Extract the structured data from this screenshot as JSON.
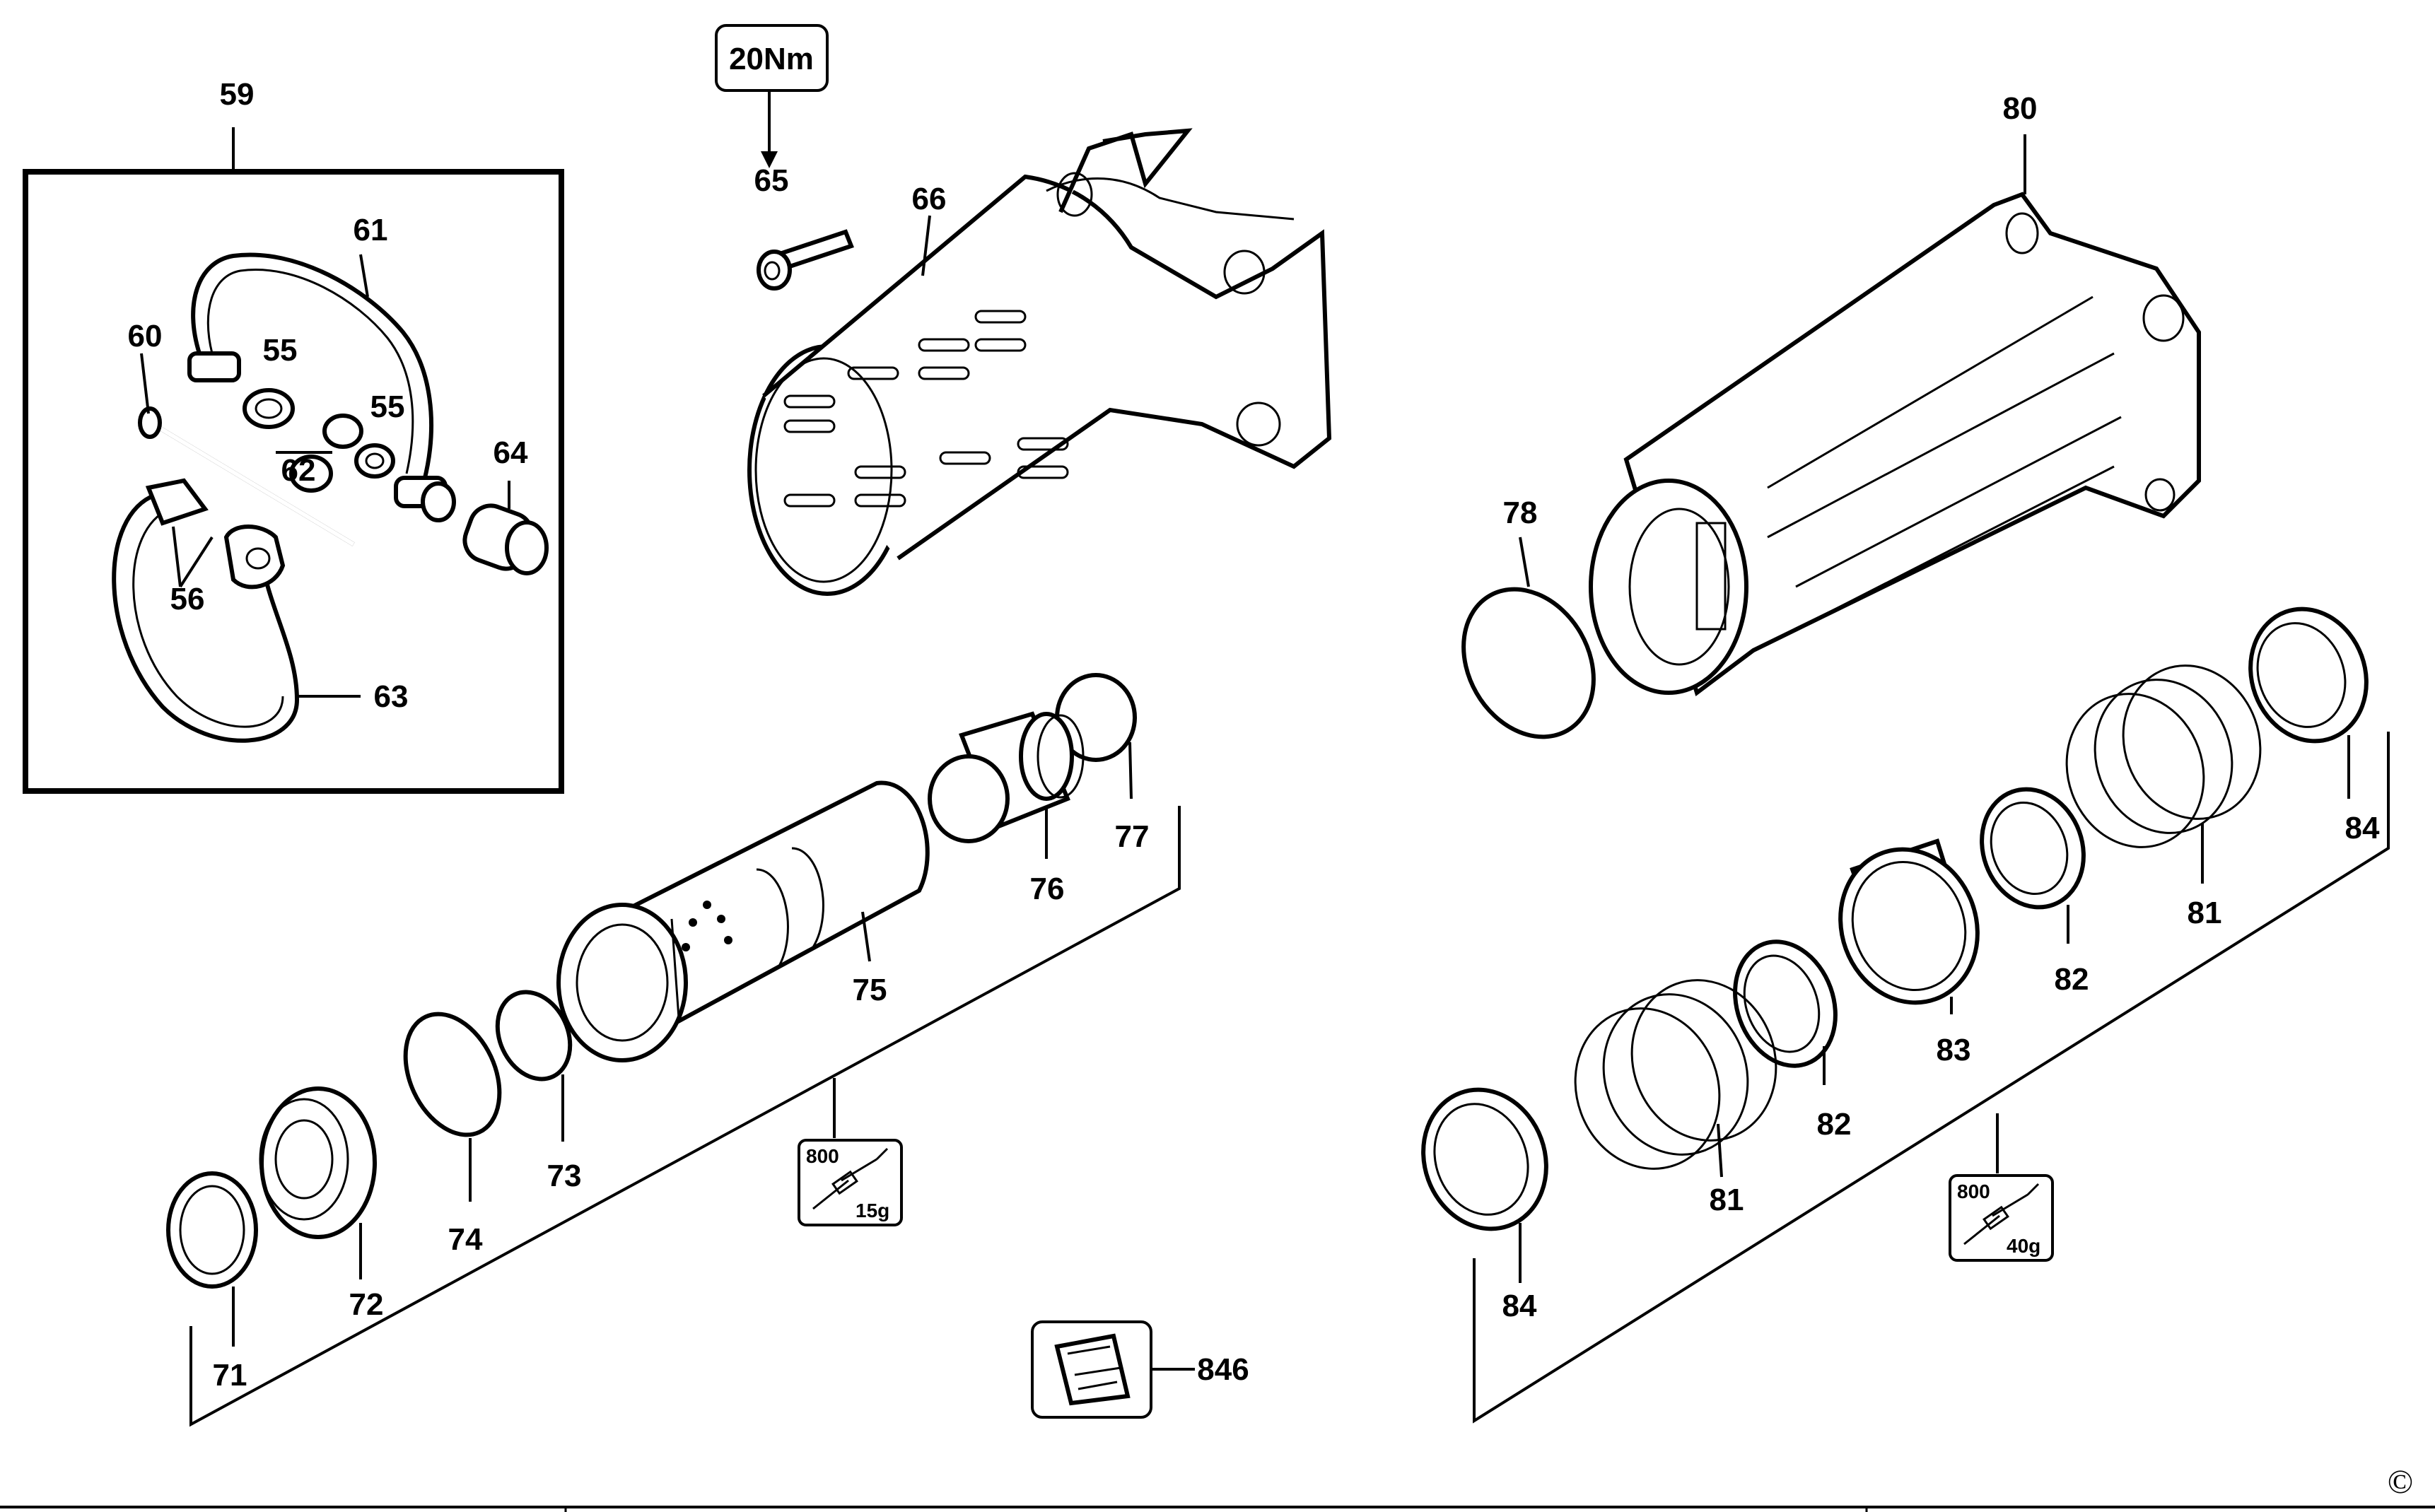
{
  "torque_label": "20Nm",
  "grease_left": {
    "code": "800",
    "amount": "15g"
  },
  "grease_right": {
    "code": "800",
    "amount": "40g"
  },
  "copyright": "©",
  "labels": {
    "p59": "59",
    "p61": "61",
    "p60": "60",
    "p55a": "55",
    "p55b": "55",
    "p62": "62",
    "p64": "64",
    "p56": "56",
    "p63": "63",
    "p65": "65",
    "p66": "66",
    "p80": "80",
    "p78": "78",
    "p77": "77",
    "p76": "76",
    "p75": "75",
    "p73": "73",
    "p74": "74",
    "p72": "72",
    "p71": "71",
    "p84a": "84",
    "p81a": "81",
    "p82a": "82",
    "p83": "83",
    "p82b": "82",
    "p81b": "81",
    "p84b": "84",
    "p846": "846"
  }
}
